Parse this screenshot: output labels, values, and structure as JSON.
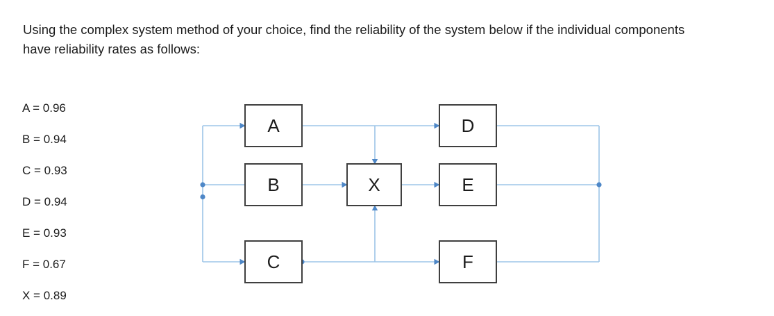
{
  "question": {
    "line1": "Using the complex system method of your choice, find the reliability of the system below if the individual components",
    "line2": "have reliability rates as follows:"
  },
  "reliability_list": {
    "items": [
      "A = 0.96",
      "B = 0.94",
      "C = 0.93",
      "D = 0.94",
      "E = 0.93",
      "F = 0.67",
      "X = 0.89"
    ]
  },
  "diagram": {
    "nodes": [
      {
        "id": "A",
        "label": "A"
      },
      {
        "id": "B",
        "label": "B"
      },
      {
        "id": "C",
        "label": "C"
      },
      {
        "id": "X",
        "label": "X"
      },
      {
        "id": "D",
        "label": "D"
      },
      {
        "id": "E",
        "label": "E"
      },
      {
        "id": "F",
        "label": "F"
      }
    ],
    "edges": [
      "input → A",
      "input → B",
      "input → C",
      "A → D",
      "A–D line → X",
      "B → X",
      "C → F",
      "C–F line → X",
      "X → E",
      "D → output",
      "E → output",
      "F → output"
    ],
    "colors": {
      "connector": "#9dc5e8",
      "accent": "#4e87c7",
      "box_border": "#3f3f3f",
      "text_color": "#1c1c1c"
    }
  }
}
